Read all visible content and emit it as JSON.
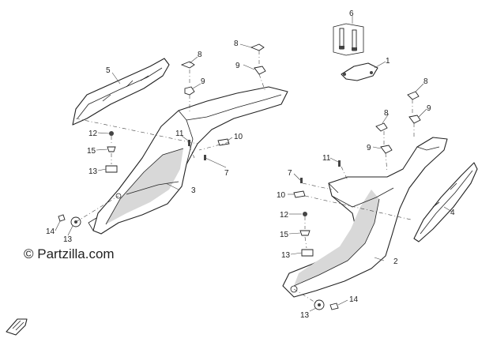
{
  "watermark": {
    "symbol": "©",
    "text": "Partzilla.com"
  },
  "callouts": [
    "1",
    "2",
    "3",
    "4",
    "5",
    "6",
    "7",
    "7",
    "8",
    "8",
    "8",
    "8",
    "9",
    "9",
    "9",
    "9",
    "10",
    "10",
    "11",
    "11",
    "12",
    "12",
    "13",
    "13",
    "13",
    "13",
    "14",
    "14",
    "15",
    "15"
  ]
}
